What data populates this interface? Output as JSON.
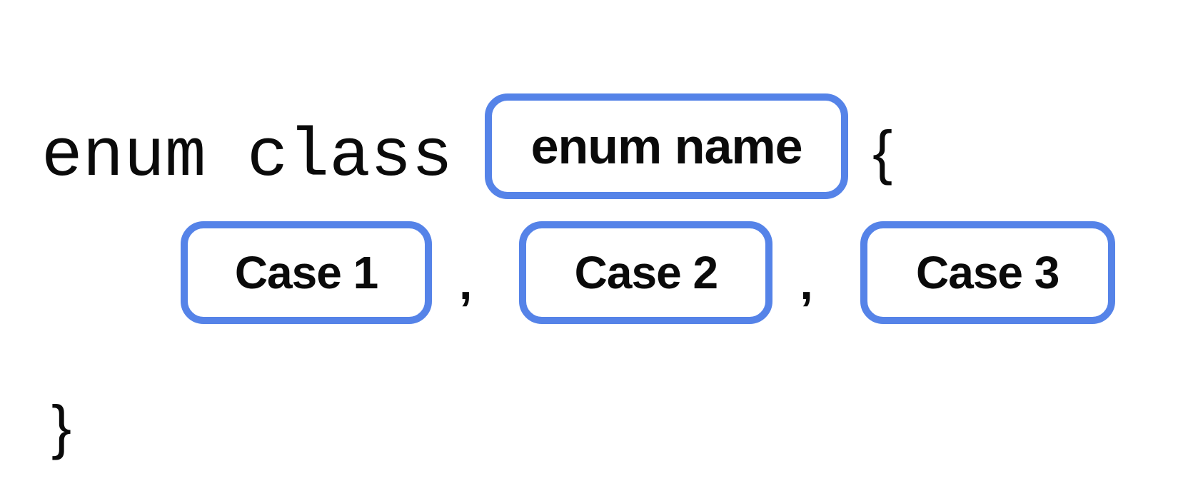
{
  "diagram": {
    "keyword": "enum class",
    "enum_name": {
      "label": "enum name"
    },
    "open_brace": "{",
    "close_brace": "}",
    "separator": ",",
    "cases": [
      {
        "label": "Case 1"
      },
      {
        "label": "Case 2"
      },
      {
        "label": "Case 3"
      }
    ],
    "colors": {
      "box_border": "#5583E8",
      "text": "#0A0A0A",
      "background": "#FFFFFF"
    }
  }
}
